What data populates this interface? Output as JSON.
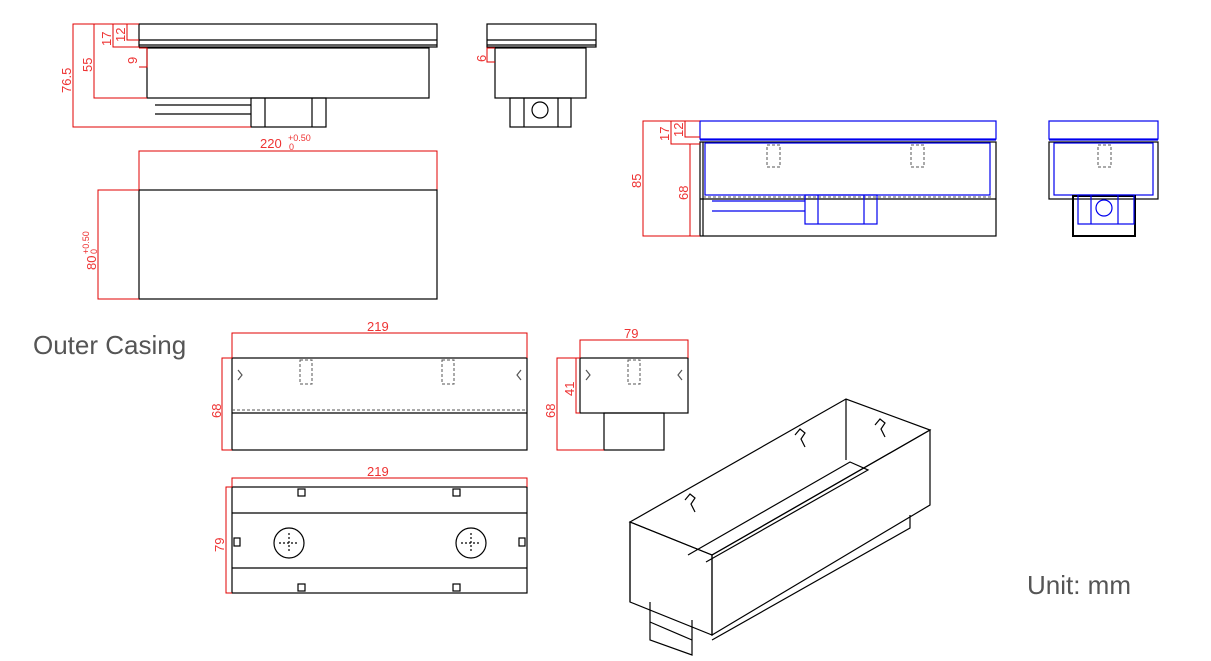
{
  "title": "Outer Casing",
  "unit_label": "Unit: mm",
  "dims": {
    "h_76_5": "76.5",
    "h_55": "55",
    "h_17": "17",
    "h_12": "12",
    "h_9": "9",
    "h_6": "6",
    "w_220": "220",
    "w_220_tol_upper": "+0.50",
    "w_220_tol_lower": "0",
    "d_80": "80",
    "d_80_tol_upper": "+0.50",
    "d_80_tol_lower": "0",
    "h_85": "85",
    "h_68_assembly": "68",
    "h_17_assembly": "17",
    "h_12_assembly": "12",
    "casing_w_219_front": "219",
    "casing_h_68_front": "68",
    "casing_w_79_side": "79",
    "casing_h_41_side": "41",
    "casing_h_68_side": "68",
    "casing_w_219_bottom": "219",
    "casing_d_79_bottom": "79"
  },
  "colors": {
    "dimension": "#e00000",
    "assembly": "#0000ee",
    "outline": "#000000"
  }
}
